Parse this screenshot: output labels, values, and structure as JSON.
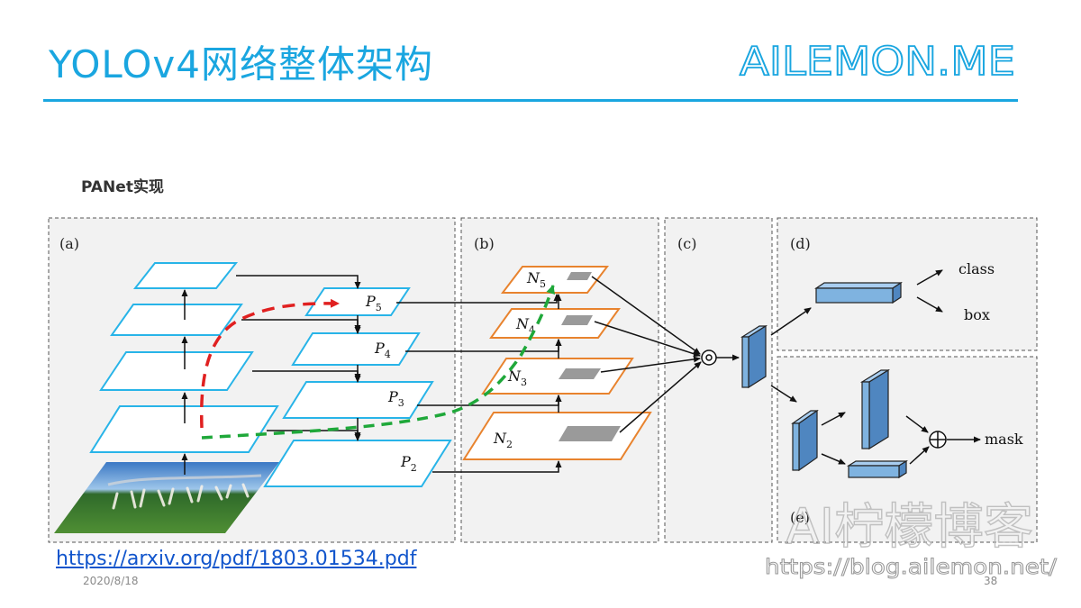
{
  "header": {
    "title": "YOLOv4网络整体架构",
    "logo_text": "AILEMON.ME"
  },
  "subheading": "PANet实现",
  "figure": {
    "panel_labels": [
      "(a)",
      "(b)",
      "(c)",
      "(d)",
      "(e)"
    ],
    "pyramid_labels": {
      "p5": [
        "P",
        "5"
      ],
      "p4": [
        "P",
        "4"
      ],
      "p3": [
        "P",
        "3"
      ],
      "p2": [
        "P",
        "2"
      ],
      "n5": [
        "N",
        "5"
      ],
      "n4": [
        "N",
        "4"
      ],
      "n3": [
        "N",
        "3"
      ],
      "n2": [
        "N",
        "2"
      ]
    },
    "outputs": [
      "class",
      "box",
      "mask"
    ]
  },
  "footer": {
    "link_text": "https://arxiv.org/pdf/1803.01534.pdf",
    "date": "2020/8/18",
    "page_number": "38"
  },
  "watermark": {
    "brand": "AI柠檬博客",
    "url": "https://blog.ailemon.net/"
  },
  "colors": {
    "accent": "#1aa6e0",
    "pyramid_outline": "#28b4e8",
    "n_outline": "#e8832e",
    "path_red": "#e02020",
    "path_green": "#1fa83a",
    "block_fill": "#7fb3e0",
    "panel_bg": "#f2f2f2",
    "link": "#1155cc"
  }
}
